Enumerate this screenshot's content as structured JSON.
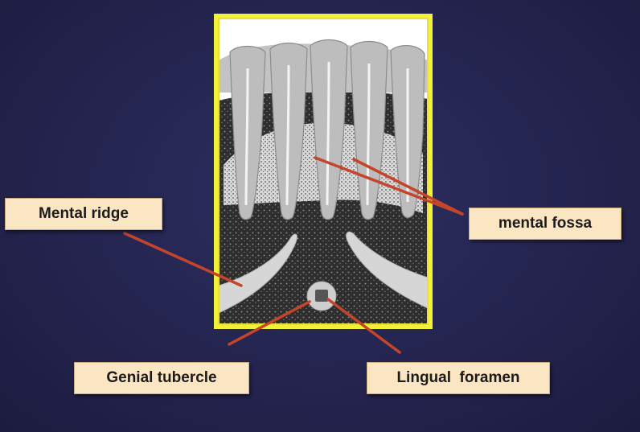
{
  "labels": {
    "mental_ridge": "Mental ridge",
    "mental_fossa": "mental fossa",
    "genial_tubercle": "Genial tubercle",
    "lingual_foramen": "Lingual  foramen"
  },
  "colors": {
    "background": "#24244f",
    "frame": "#f3f03a",
    "bone_dark": "#2e2e2e",
    "bone_stipple": "#d9d9d9",
    "tooth": "#bdbdbd",
    "ridge": "#d6d6d6",
    "arrow": "#c4452a",
    "label_fill": "#fbe6c4"
  }
}
